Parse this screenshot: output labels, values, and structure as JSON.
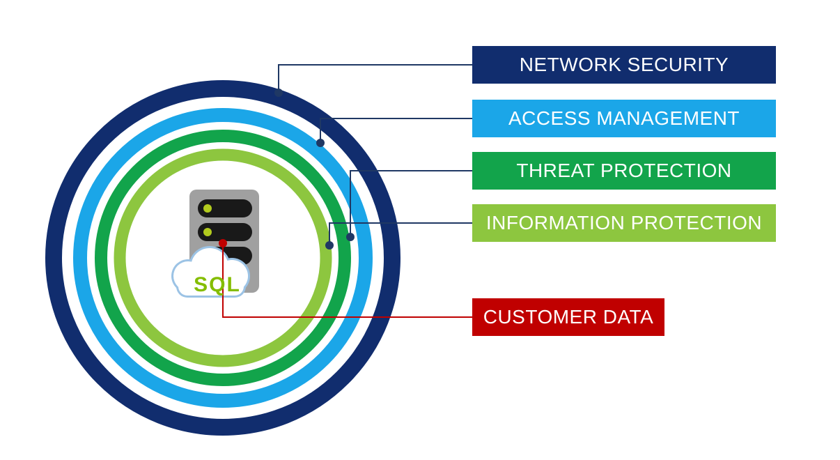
{
  "diagram": {
    "type": "layered-security-rings",
    "center_icon": {
      "name": "sql-server-cloud",
      "label": "SQL"
    },
    "rings": [
      {
        "name": "network-security",
        "color": "#112d6e"
      },
      {
        "name": "access-management",
        "color": "#1ba6e8"
      },
      {
        "name": "threat-protection",
        "color": "#12a44b"
      },
      {
        "name": "information-protection",
        "color": "#8dc63f"
      }
    ],
    "labels": [
      {
        "text": "NETWORK SECURITY",
        "color": "#112d6e"
      },
      {
        "text": "ACCESS MANAGEMENT",
        "color": "#1ba6e8"
      },
      {
        "text": "THREAT PROTECTION",
        "color": "#12a44b"
      },
      {
        "text": "INFORMATION PROTECTION",
        "color": "#8dc63f"
      },
      {
        "text": "CUSTOMER DATA",
        "color": "#c00000"
      }
    ],
    "connector_colors": {
      "default": "#1f3864",
      "customer_data": "#c00000"
    }
  }
}
